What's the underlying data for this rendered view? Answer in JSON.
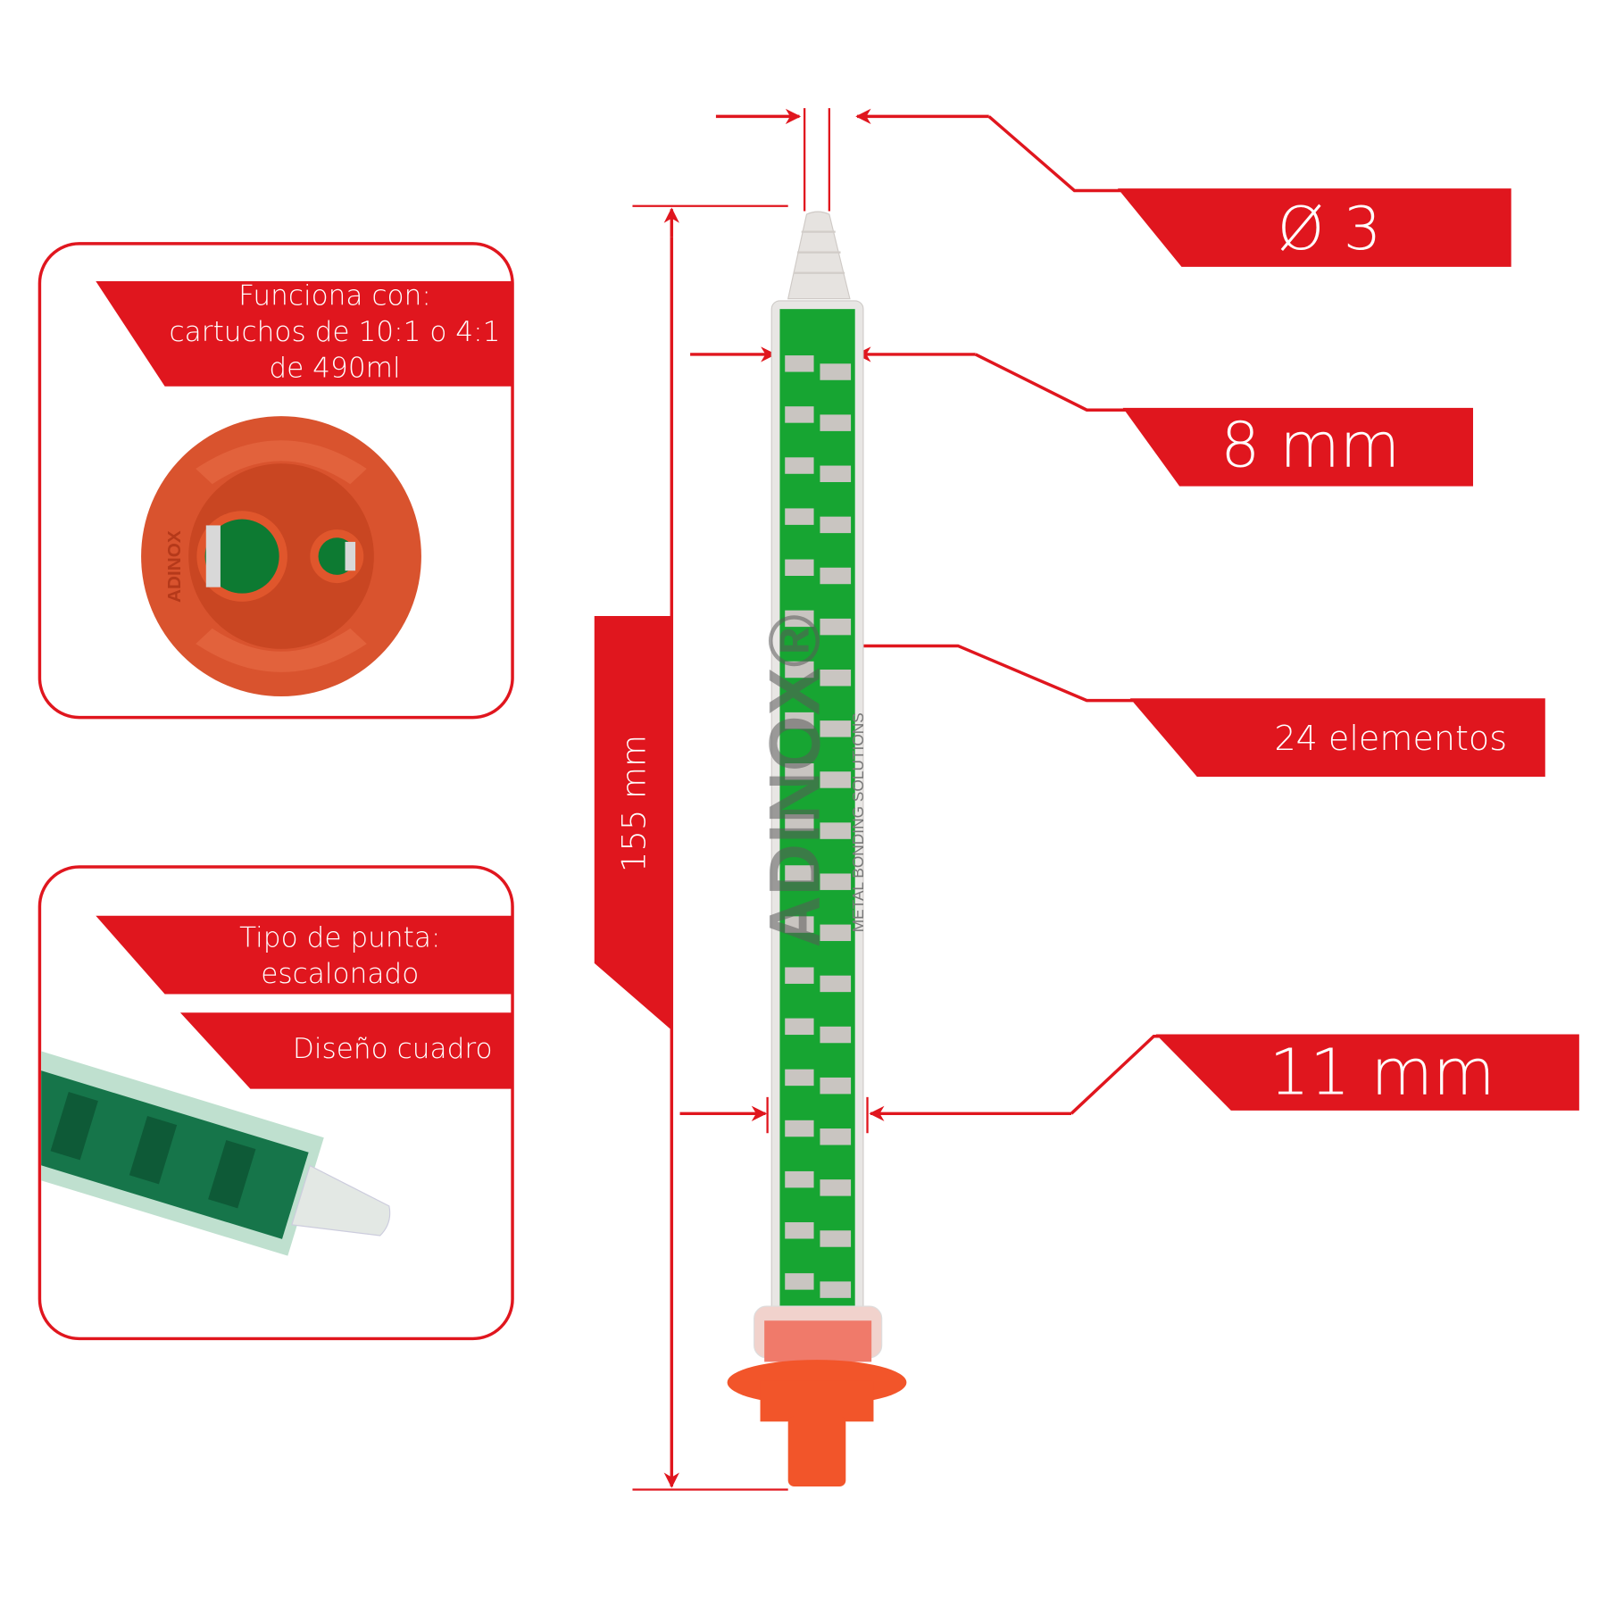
{
  "brand": {
    "red": "#e0161e",
    "green": "#1aa534",
    "orange": "#e45a2c",
    "logo_text": "ADINOX",
    "logo_sub": "METAL BONDING SOLUTIONS"
  },
  "specs": {
    "tip_diameter": "Ø 3",
    "inner_width": "8 mm",
    "elements": "24 elementos",
    "outer_width": "11 mm",
    "length": "155 mm"
  },
  "panel_compat": {
    "lines": [
      "Funciona con:",
      "cartuchos de 10:1 o 4:1",
      "de 490ml"
    ]
  },
  "panel_tip": {
    "lines": [
      "Tipo de punta:",
      "escalonado"
    ],
    "design": "Diseño cuadro"
  }
}
